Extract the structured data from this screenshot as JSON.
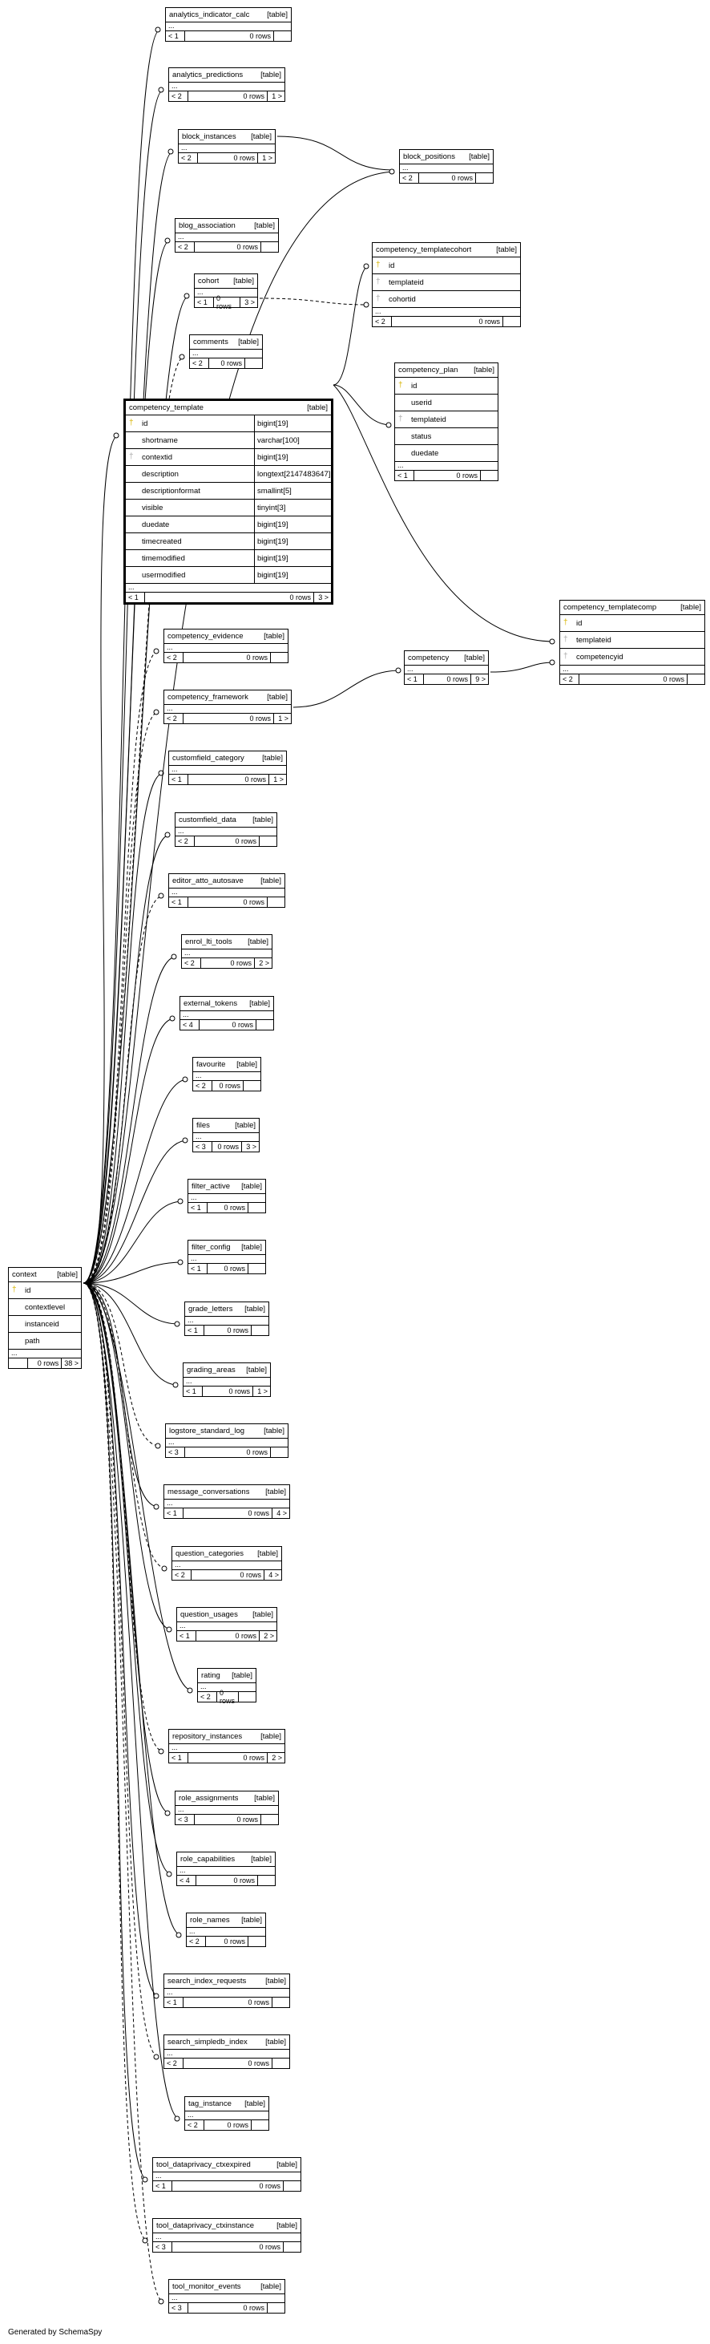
{
  "footer": {
    "generated_by": "Generated by SchemaSpy"
  },
  "tables": {
    "analytics_indicator_calc": {
      "name": "analytics_indicator_calc",
      "kind": "[table]",
      "parents": "< 1",
      "rows": "0 rows",
      "children": ""
    },
    "analytics_predictions": {
      "name": "analytics_predictions",
      "kind": "[table]",
      "parents": "< 2",
      "rows": "0 rows",
      "children": "1 >"
    },
    "block_instances": {
      "name": "block_instances",
      "kind": "[table]",
      "parents": "< 2",
      "rows": "0 rows",
      "children": "1 >"
    },
    "block_positions": {
      "name": "block_positions",
      "kind": "[table]",
      "parents": "< 2",
      "rows": "0 rows",
      "children": ""
    },
    "blog_association": {
      "name": "blog_association",
      "kind": "[table]",
      "parents": "< 2",
      "rows": "0 rows",
      "children": ""
    },
    "cohort": {
      "name": "cohort",
      "kind": "[table]",
      "parents": "< 1",
      "rows": "0 rows",
      "children": "3 >"
    },
    "comments": {
      "name": "comments",
      "kind": "[table]",
      "parents": "< 2",
      "rows": "0 rows",
      "children": ""
    },
    "competency_templatecohort": {
      "name": "competency_templatecohort",
      "kind": "[table]",
      "columns": [
        "id",
        "templateid",
        "cohortid"
      ],
      "parents": "< 2",
      "rows": "0 rows",
      "children": ""
    },
    "competency_plan": {
      "name": "competency_plan",
      "kind": "[table]",
      "columns": [
        "id",
        "userid",
        "templateid",
        "status",
        "duedate"
      ],
      "parents": "< 1",
      "rows": "0 rows",
      "children": ""
    },
    "competency_template": {
      "name": "competency_template",
      "kind": "[table]",
      "columns": [
        {
          "name": "id",
          "type": "bigint[19]"
        },
        {
          "name": "shortname",
          "type": "varchar[100]"
        },
        {
          "name": "contextid",
          "type": "bigint[19]"
        },
        {
          "name": "description",
          "type": "longtext[2147483647]"
        },
        {
          "name": "descriptionformat",
          "type": "smallint[5]"
        },
        {
          "name": "visible",
          "type": "tinyint[3]"
        },
        {
          "name": "duedate",
          "type": "bigint[19]"
        },
        {
          "name": "timecreated",
          "type": "bigint[19]"
        },
        {
          "name": "timemodified",
          "type": "bigint[19]"
        },
        {
          "name": "usermodified",
          "type": "bigint[19]"
        }
      ],
      "parents": "< 1",
      "rows": "0 rows",
      "children": "3 >"
    },
    "competency_templatecomp": {
      "name": "competency_templatecomp",
      "kind": "[table]",
      "columns": [
        "id",
        "templateid",
        "competencyid"
      ],
      "parents": "< 2",
      "rows": "0 rows",
      "children": ""
    },
    "competency_evidence": {
      "name": "competency_evidence",
      "kind": "[table]",
      "parents": "< 2",
      "rows": "0 rows",
      "children": ""
    },
    "competency_framework": {
      "name": "competency_framework",
      "kind": "[table]",
      "parents": "< 2",
      "rows": "0 rows",
      "children": "1 >"
    },
    "competency": {
      "name": "competency",
      "kind": "[table]",
      "parents": "< 1",
      "rows": "0 rows",
      "children": "9 >"
    },
    "customfield_category": {
      "name": "customfield_category",
      "kind": "[table]",
      "parents": "< 1",
      "rows": "0 rows",
      "children": "1 >"
    },
    "customfield_data": {
      "name": "customfield_data",
      "kind": "[table]",
      "parents": "< 2",
      "rows": "0 rows",
      "children": ""
    },
    "editor_atto_autosave": {
      "name": "editor_atto_autosave",
      "kind": "[table]",
      "parents": "< 1",
      "rows": "0 rows",
      "children": ""
    },
    "enrol_lti_tools": {
      "name": "enrol_lti_tools",
      "kind": "[table]",
      "parents": "< 2",
      "rows": "0 rows",
      "children": "2 >"
    },
    "external_tokens": {
      "name": "external_tokens",
      "kind": "[table]",
      "parents": "< 4",
      "rows": "0 rows",
      "children": ""
    },
    "favourite": {
      "name": "favourite",
      "kind": "[table]",
      "parents": "< 2",
      "rows": "0 rows",
      "children": ""
    },
    "files": {
      "name": "files",
      "kind": "[table]",
      "parents": "< 3",
      "rows": "0 rows",
      "children": "3 >"
    },
    "filter_active": {
      "name": "filter_active",
      "kind": "[table]",
      "parents": "< 1",
      "rows": "0 rows",
      "children": ""
    },
    "filter_config": {
      "name": "filter_config",
      "kind": "[table]",
      "parents": "< 1",
      "rows": "0 rows",
      "children": ""
    },
    "grade_letters": {
      "name": "grade_letters",
      "kind": "[table]",
      "parents": "< 1",
      "rows": "0 rows",
      "children": ""
    },
    "grading_areas": {
      "name": "grading_areas",
      "kind": "[table]",
      "parents": "< 1",
      "rows": "0 rows",
      "children": "1 >"
    },
    "logstore_standard_log": {
      "name": "logstore_standard_log",
      "kind": "[table]",
      "parents": "< 3",
      "rows": "0 rows",
      "children": ""
    },
    "message_conversations": {
      "name": "message_conversations",
      "kind": "[table]",
      "parents": "< 1",
      "rows": "0 rows",
      "children": "4 >"
    },
    "question_categories": {
      "name": "question_categories",
      "kind": "[table]",
      "parents": "< 2",
      "rows": "0 rows",
      "children": "4 >"
    },
    "question_usages": {
      "name": "question_usages",
      "kind": "[table]",
      "parents": "< 1",
      "rows": "0 rows",
      "children": "2 >"
    },
    "rating": {
      "name": "rating",
      "kind": "[table]",
      "parents": "< 2",
      "rows": "0 rows",
      "children": ""
    },
    "repository_instances": {
      "name": "repository_instances",
      "kind": "[table]",
      "parents": "< 1",
      "rows": "0 rows",
      "children": "2 >"
    },
    "role_assignments": {
      "name": "role_assignments",
      "kind": "[table]",
      "parents": "< 3",
      "rows": "0 rows",
      "children": ""
    },
    "role_capabilities": {
      "name": "role_capabilities",
      "kind": "[table]",
      "parents": "< 4",
      "rows": "0 rows",
      "children": ""
    },
    "role_names": {
      "name": "role_names",
      "kind": "[table]",
      "parents": "< 2",
      "rows": "0 rows",
      "children": ""
    },
    "search_index_requests": {
      "name": "search_index_requests",
      "kind": "[table]",
      "parents": "< 1",
      "rows": "0 rows",
      "children": ""
    },
    "search_simpledb_index": {
      "name": "search_simpledb_index",
      "kind": "[table]",
      "parents": "< 2",
      "rows": "0 rows",
      "children": ""
    },
    "tag_instance": {
      "name": "tag_instance",
      "kind": "[table]",
      "parents": "< 2",
      "rows": "0 rows",
      "children": ""
    },
    "tool_dataprivacy_ctxexpired": {
      "name": "tool_dataprivacy_ctxexpired",
      "kind": "[table]",
      "parents": "< 1",
      "rows": "0 rows",
      "children": ""
    },
    "tool_dataprivacy_ctxinstance": {
      "name": "tool_dataprivacy_ctxinstance",
      "kind": "[table]",
      "parents": "< 3",
      "rows": "0 rows",
      "children": ""
    },
    "tool_monitor_events": {
      "name": "tool_monitor_events",
      "kind": "[table]",
      "parents": "< 3",
      "rows": "0 rows",
      "children": ""
    },
    "context": {
      "name": "context",
      "kind": "[table]",
      "columns": [
        "id",
        "contextlevel",
        "instanceid",
        "path"
      ],
      "parents": "",
      "rows": "0 rows",
      "children": "38 >"
    }
  }
}
